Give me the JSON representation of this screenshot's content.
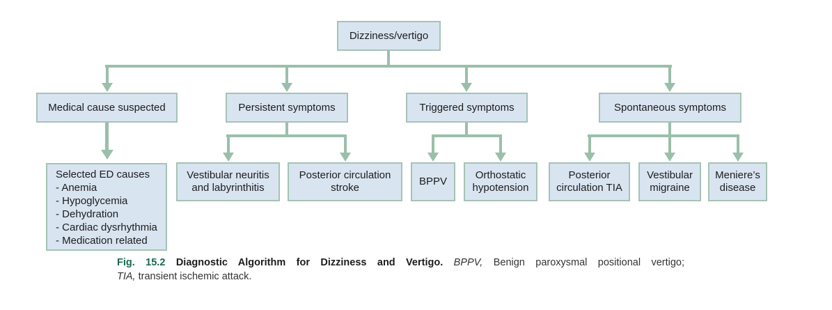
{
  "caption": {
    "fig_label": "Fig. 15.2",
    "title": "Diagnostic Algorithm for Dizziness and Vertigo.",
    "abbr1_term": "BPPV,",
    "abbr1_def": "Benign paroxysmal positional vertigo;",
    "abbr2_term": "TIA,",
    "abbr2_def": "transient ischemic attack."
  },
  "colors": {
    "box_fill": "#d9e4f1",
    "box_border": "#a5c3b3",
    "line": "#9abfab",
    "fig_green": "#17694b",
    "text": "#1c1c1c",
    "caption_text": "#333333"
  },
  "nodes": {
    "root": {
      "label": "Dizziness/vertigo"
    },
    "medical": {
      "label": "Medical cause suspected"
    },
    "persistent": {
      "label": "Persistent symptoms"
    },
    "triggered": {
      "label": "Triggered symptoms"
    },
    "spontaneous": {
      "label": "Spontaneous symptoms"
    },
    "selected_ed": {
      "lines": [
        "Selected ED causes",
        "- Anemia",
        "- Hypoglycemia",
        "- Dehydration",
        "- Cardiac dysrhythmia",
        "- Medication related"
      ]
    },
    "vestibular_neuritis": {
      "lines": [
        "Vestibular neuritis",
        "and labyrinthitis"
      ]
    },
    "posterior_stroke": {
      "lines": [
        "Posterior circulation",
        "stroke"
      ]
    },
    "bppv": {
      "label": "BPPV"
    },
    "orthostatic": {
      "lines": [
        "Orthostatic",
        "hypotension"
      ]
    },
    "posterior_tia": {
      "lines": [
        "Posterior",
        "circulation TIA"
      ]
    },
    "vestibular_migraine": {
      "lines": [
        "Vestibular",
        "migraine"
      ]
    },
    "menieres": {
      "lines": [
        "Meniere’s",
        "disease"
      ]
    }
  }
}
